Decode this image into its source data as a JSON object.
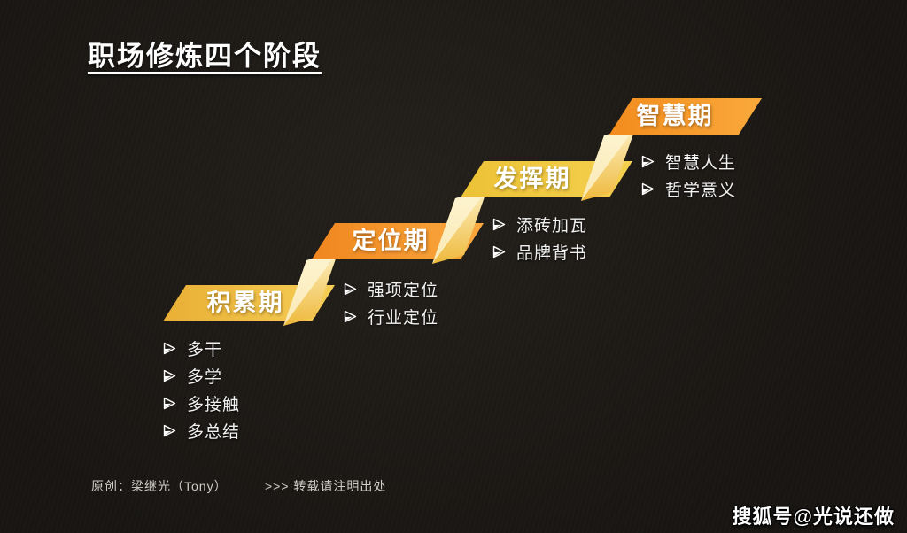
{
  "title": "职场修炼四个阶段",
  "stages": [
    {
      "label": "积累期",
      "color_left": "#E9AF35",
      "color_right": "#F5CD55",
      "items": [
        "多干",
        "多学",
        "多接触",
        "多总结"
      ]
    },
    {
      "label": "定位期",
      "color_left": "#F0861F",
      "color_right": "#FAA83E",
      "items": [
        "强项定位",
        "行业定位"
      ]
    },
    {
      "label": "发挥期",
      "color_left": "#ECC236",
      "color_right": "#F4D04E",
      "items": [
        "添砖加瓦",
        "品牌背书"
      ]
    },
    {
      "label": "智慧期",
      "color_left": "#F28C1D",
      "color_right": "#FAA93C",
      "items": [
        "智慧人生",
        "哲学意义"
      ]
    }
  ],
  "connector_colors": {
    "top": "#FCF0C2",
    "bottom": "#EFB93C",
    "highlight": "#FDF5D4"
  },
  "footer": {
    "credit": "原创：梁继光（Tony）",
    "repost": ">>> 转载请注明出处"
  },
  "watermark": "搜狐号@光说还做",
  "chart_data": {
    "type": "table",
    "title": "职场修炼四个阶段",
    "categories": [
      "积累期",
      "定位期",
      "发挥期",
      "智慧期"
    ],
    "series": [
      {
        "name": "积累期",
        "values": [
          "多干",
          "多学",
          "多接触",
          "多总结"
        ]
      },
      {
        "name": "定位期",
        "values": [
          "强项定位",
          "行业定位"
        ]
      },
      {
        "name": "发挥期",
        "values": [
          "添砖加瓦",
          "品牌背书"
        ]
      },
      {
        "name": "智慧期",
        "values": [
          "智慧人生",
          "哲学意义"
        ]
      }
    ],
    "layout_hints": {
      "shape": "ascending-staircase",
      "order": "bottom-left to top-right"
    }
  }
}
